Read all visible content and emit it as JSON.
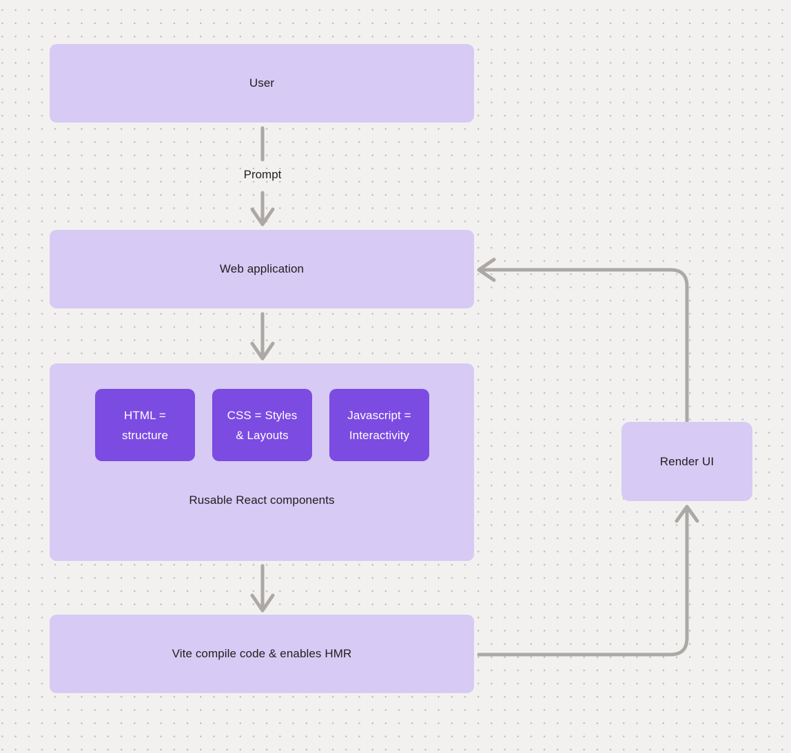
{
  "diagram": {
    "nodes": {
      "user": {
        "label": "User"
      },
      "web_application": {
        "label": "Web application"
      },
      "components": {
        "caption": "Rusable React components",
        "children": [
          {
            "line1": "HTML =",
            "line2": "structure"
          },
          {
            "line1": "CSS = Styles",
            "line2": "& Layouts"
          },
          {
            "line1": "Javascript =",
            "line2": "Interactivity"
          }
        ]
      },
      "vite": {
        "label": "Vite compile code & enables HMR"
      },
      "render_ui": {
        "label": "Render UI"
      }
    },
    "edge_labels": {
      "prompt": "Prompt"
    },
    "colors": {
      "background": "#f2f1ef",
      "grid_dot": "#c2bfbc",
      "node_fill": "#d7caf4",
      "node_text": "#1e1e1e",
      "accent_fill": "#7c4be1",
      "accent_text": "#ffffff",
      "connector": "#aba8a5"
    }
  }
}
